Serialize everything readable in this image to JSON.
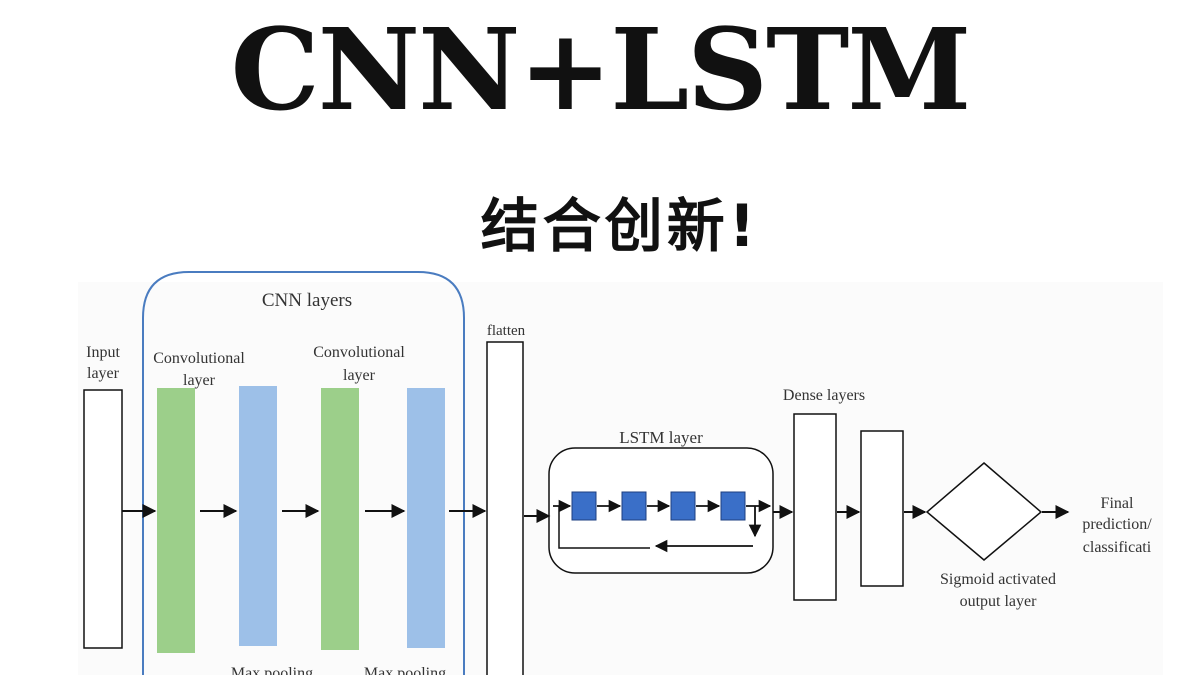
{
  "header": {
    "title": "CNN+LSTM",
    "subtitle": "结合创新!"
  },
  "diagram": {
    "cnn_group_label": "CNN layers",
    "input_label_1": "Input",
    "input_label_2": "layer",
    "conv1_label_1": "Convolutional",
    "conv1_label_2": "layer",
    "conv2_label_1": "Convolutional",
    "conv2_label_2": "layer",
    "pool1_label": "Max pooling",
    "pool2_label": "Max pooling",
    "flatten_label": "flatten",
    "lstm_label": "LSTM layer",
    "dense_label": "Dense layers",
    "output_label_1": "Sigmoid activated",
    "output_label_2": "output layer",
    "final_label_1": "Final",
    "final_label_2": "prediction/",
    "final_label_3": "classificati",
    "colors": {
      "conv": "#9ccf8a",
      "pool": "#9dc0e8",
      "lstm_cell": "#3a6fc8",
      "cnn_border": "#4a7cc0"
    }
  }
}
